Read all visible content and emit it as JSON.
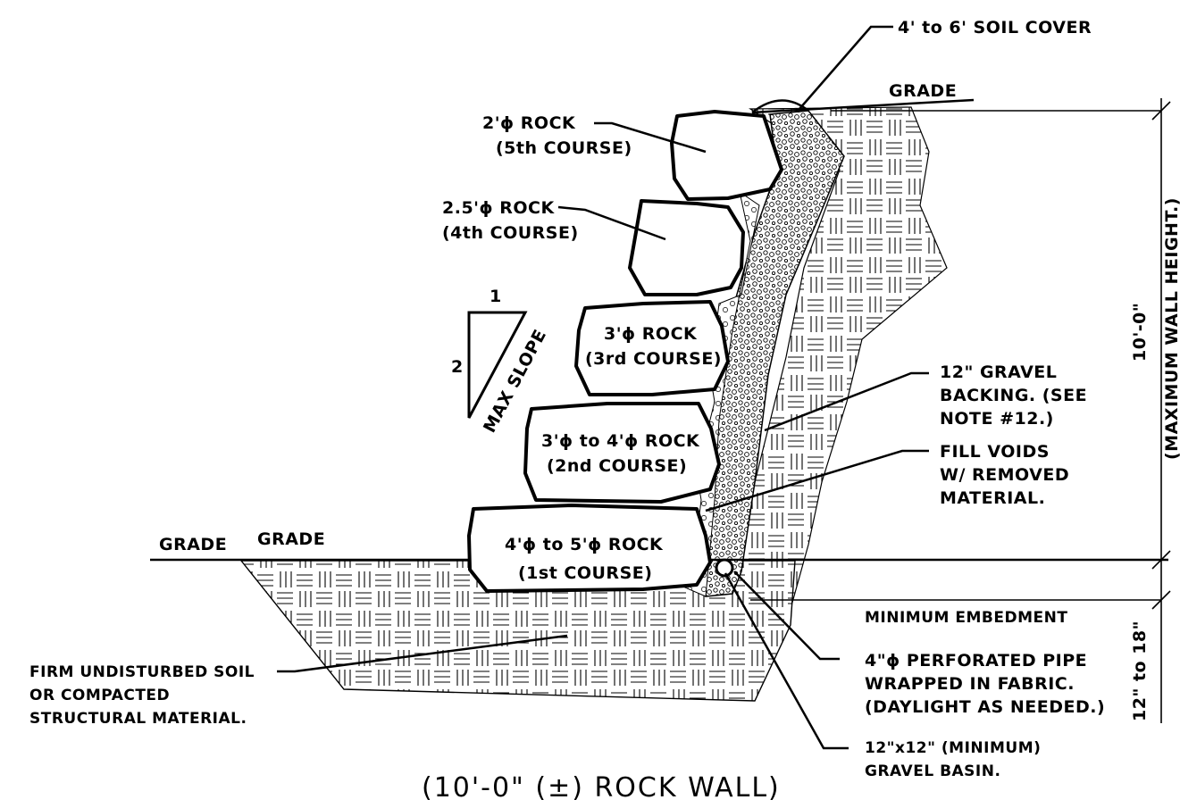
{
  "title": "(10'-0\" (±) ROCK WALL)",
  "labels": {
    "soil_cover": "4' to 6' SOIL COVER",
    "grade_top": "GRADE",
    "grade_left_1": "GRADE",
    "grade_left_2": "GRADE",
    "rock5_a": "2'ϕ ROCK",
    "rock5_b": "(5th COURSE)",
    "rock4_a": "2.5'ϕ ROCK",
    "rock4_b": "(4th COURSE)",
    "rock3_a": "3'ϕ ROCK",
    "rock3_b": "(3rd COURSE)",
    "rock2_a": "3'ϕ to 4'ϕ ROCK",
    "rock2_b": "(2nd  COURSE)",
    "rock1_a": "4'ϕ to 5'ϕ ROCK",
    "rock1_b": "(1st  COURSE)",
    "slope_1": "1",
    "slope_2": "2",
    "slope_text": "MAX SLOPE",
    "gravel_1": "12\" GRAVEL",
    "gravel_2": "BACKING. (SEE",
    "gravel_3": "NOTE #12.)",
    "voids_1": "FILL VOIDS",
    "voids_2": "W/ REMOVED",
    "voids_3": "MATERIAL.",
    "height_1": "10'-0\"",
    "height_2": "(MAXIMUM WALL HEIGHT.)",
    "embed_1": "MINIMUM EMBEDMENT",
    "embed_2": "12\" to 18\"",
    "pipe_1": "4\"ϕ PERFORATED PIPE",
    "pipe_2": "WRAPPED IN FABRIC.",
    "pipe_3": "(DAYLIGHT AS NEEDED.)",
    "basin_1": "12\"x12\" (MINIMUM)",
    "basin_2": "GRAVEL BASIN.",
    "soil_1": "FIRM UNDISTURBED SOIL",
    "soil_2": "OR COMPACTED",
    "soil_3": "STRUCTURAL MATERIAL."
  }
}
